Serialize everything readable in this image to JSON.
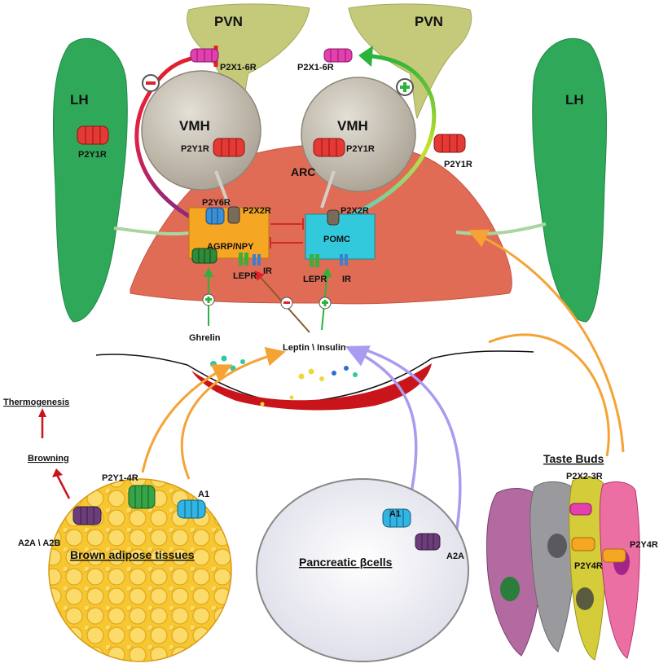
{
  "regions": {
    "pvn_left": "PVN",
    "pvn_right": "PVN",
    "lh_left": "LH",
    "lh_right": "LH",
    "vmh_left": "VMH",
    "vmh_right": "VMH",
    "arc": "ARC"
  },
  "neurons": {
    "agrp": "AGRP/NPY",
    "pomc": "POMC"
  },
  "receptors": {
    "p2x_pvn_left": "P2X1-6R",
    "p2x_pvn_right": "P2X1-6R",
    "p2y1r_lh_left": "P2Y1R",
    "p2y1r_vmh_left": "P2Y1R",
    "p2y1r_vmh_right": "P2Y1R",
    "p2y1r_lh_right": "P2Y1R",
    "p2y6r": "P2Y6R",
    "p2x2r_agrp": "P2X2R",
    "p2x2r_pomc": "P2X2R",
    "lepr_agrp": "LEPR",
    "ir_agrp": "IR",
    "lepr_pomc": "LEPR",
    "ir_pomc": "IR",
    "p2y14_bat": "P2Y1-4R",
    "a1_bat": "A1",
    "a2a_a2b": "A2A \\ A2B",
    "a1_beta": "A1",
    "a2a_beta": "A2A",
    "p2x23": "P2X2-3R",
    "p2y4_left": "P2Y4R",
    "p2y4_right": "P2Y4R"
  },
  "signals": {
    "ghrelin": "Ghrelin",
    "leptin_insulin": "Leptin \\ Insulin",
    "plus": "+",
    "minus": "−"
  },
  "tissues": {
    "bat": "Brown adipose tissues",
    "beta": "Pancreatic βcells",
    "taste": "Taste Buds",
    "thermogenesis": "Thermogenesis",
    "browning": "Browning"
  },
  "colors": {
    "pvn": "#c5ca7a",
    "lh": "#2fa85a",
    "vmh": "#b9b2a4",
    "arc": "#e06c56",
    "agrp_box": "#f5a623",
    "pomc_box": "#33c9dc",
    "bat": "#f6c731",
    "blood": "#c8141a",
    "orange_arrow": "#f5a335",
    "lavender_arrow": "#a99cf0",
    "green_arrow": "#2bb33a",
    "red_arrow": "#e0202a"
  }
}
